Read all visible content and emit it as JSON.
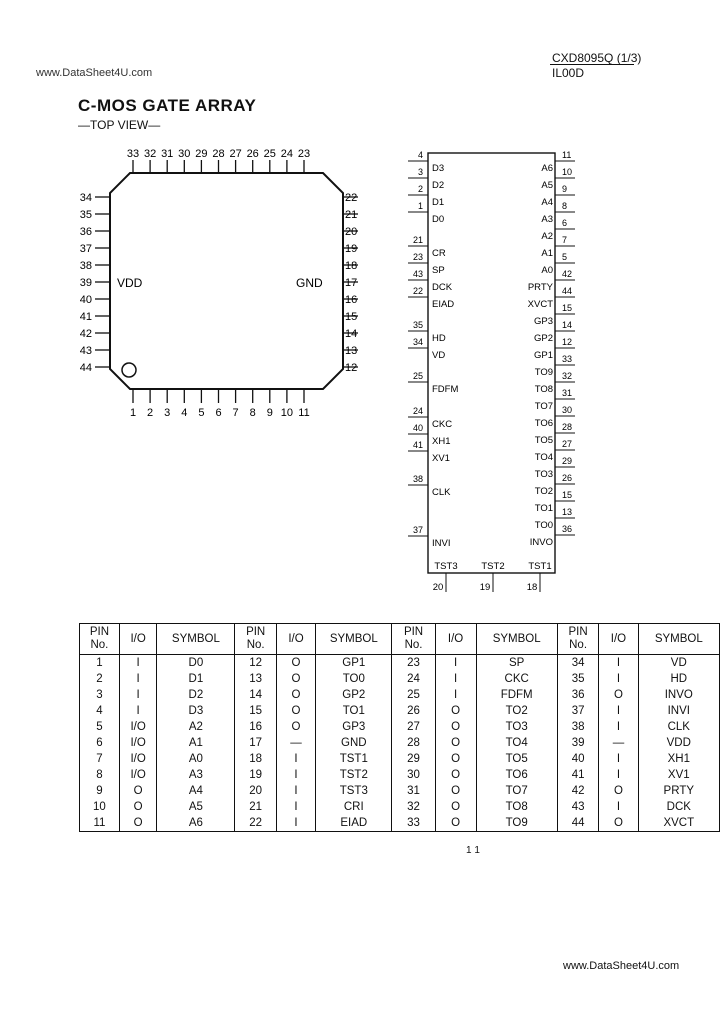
{
  "header": {
    "url": "www.DataSheet4U.com",
    "part": "CXD8095Q (1/3)",
    "code": "IL00D"
  },
  "title": "C-MOS GATE ARRAY",
  "subtitle": "—TOP VIEW—",
  "footer_url": "www.DataSheet4U.com",
  "page_mark": "1 1",
  "qfp": {
    "top_pins": [
      "33",
      "32",
      "31",
      "30",
      "29",
      "28",
      "27",
      "26",
      "25",
      "24",
      "23"
    ],
    "left_pins": [
      "34",
      "35",
      "36",
      "37",
      "38",
      "39",
      "40",
      "41",
      "42",
      "43",
      "44"
    ],
    "right_pins": [
      "22",
      "21",
      "20",
      "19",
      "18",
      "17",
      "16",
      "15",
      "14",
      "13",
      "12"
    ],
    "bottom_pins": [
      "1",
      "2",
      "3",
      "4",
      "5",
      "6",
      "7",
      "8",
      "9",
      "10",
      "11"
    ],
    "vdd_label": "VDD",
    "gnd_label": "GND"
  },
  "logic": {
    "left": [
      {
        "pin": "4",
        "name": "D3"
      },
      {
        "pin": "3",
        "name": "D2"
      },
      {
        "pin": "2",
        "name": "D1"
      },
      {
        "pin": "1",
        "name": "D0"
      },
      {
        "pin": "21",
        "name": "CR"
      },
      {
        "pin": "23",
        "name": "SP"
      },
      {
        "pin": "43",
        "name": "DCK"
      },
      {
        "pin": "22",
        "name": "EIAD"
      },
      {
        "pin": "35",
        "name": "HD"
      },
      {
        "pin": "34",
        "name": "VD"
      },
      {
        "pin": "25",
        "name": "FDFM"
      },
      {
        "pin": "24",
        "name": "CKC"
      },
      {
        "pin": "40",
        "name": "XH1"
      },
      {
        "pin": "41",
        "name": "XV1"
      },
      {
        "pin": "38",
        "name": "CLK"
      },
      {
        "pin": "37",
        "name": "INVI"
      }
    ],
    "right": [
      {
        "pin": "11",
        "name": "A6"
      },
      {
        "pin": "10",
        "name": "A5"
      },
      {
        "pin": "9",
        "name": "A4"
      },
      {
        "pin": "8",
        "name": "A3"
      },
      {
        "pin": "6",
        "name": "A2"
      },
      {
        "pin": "7",
        "name": "A1"
      },
      {
        "pin": "5",
        "name": "A0"
      },
      {
        "pin": "42",
        "name": "PRTY"
      },
      {
        "pin": "44",
        "name": "XVCT"
      },
      {
        "pin": "15",
        "name": "GP3"
      },
      {
        "pin": "14",
        "name": "GP2"
      },
      {
        "pin": "12",
        "name": "GP1"
      },
      {
        "pin": "33",
        "name": "TO9"
      },
      {
        "pin": "32",
        "name": "TO8"
      },
      {
        "pin": "31",
        "name": "TO7"
      },
      {
        "pin": "30",
        "name": "TO6"
      },
      {
        "pin": "28",
        "name": "TO5"
      },
      {
        "pin": "27",
        "name": "TO4"
      },
      {
        "pin": "29",
        "name": "TO3"
      },
      {
        "pin": "26",
        "name": "TO2"
      },
      {
        "pin": "15",
        "name": "TO1"
      },
      {
        "pin": "13",
        "name": "TO0"
      },
      {
        "pin": "36",
        "name": "INVO"
      }
    ],
    "bottom": [
      {
        "pin": "20",
        "name": "TST3"
      },
      {
        "pin": "19",
        "name": "TST2"
      },
      {
        "pin": "18",
        "name": "TST1"
      }
    ]
  },
  "table": {
    "headers": [
      {
        "pin": "PIN No.",
        "io": "I/O",
        "symbol": "SYMBOL"
      },
      {
        "pin": "PIN No.",
        "io": "I/O",
        "symbol": "SYMBOL"
      },
      {
        "pin": "PIN No.",
        "io": "I/O",
        "symbol": "SYMBOL"
      },
      {
        "pin": "PIN No.",
        "io": "I/O",
        "symbol": "SYMBOL"
      }
    ],
    "rows": [
      [
        [
          "1",
          "I",
          "D0"
        ],
        [
          "12",
          "O",
          "GP1"
        ],
        [
          "23",
          "I",
          "SP"
        ],
        [
          "34",
          "I",
          "VD"
        ]
      ],
      [
        [
          "2",
          "I",
          "D1"
        ],
        [
          "13",
          "O",
          "TO0"
        ],
        [
          "24",
          "I",
          "CKC"
        ],
        [
          "35",
          "I",
          "HD"
        ]
      ],
      [
        [
          "3",
          "I",
          "D2"
        ],
        [
          "14",
          "O",
          "GP2"
        ],
        [
          "25",
          "I",
          "FDFM"
        ],
        [
          "36",
          "O",
          "INVO"
        ]
      ],
      [
        [
          "4",
          "I",
          "D3"
        ],
        [
          "15",
          "O",
          "TO1"
        ],
        [
          "26",
          "O",
          "TO2"
        ],
        [
          "37",
          "I",
          "INVI"
        ]
      ],
      [
        [
          "5",
          "I/O",
          "A2"
        ],
        [
          "16",
          "O",
          "GP3"
        ],
        [
          "27",
          "O",
          "TO3"
        ],
        [
          "38",
          "I",
          "CLK"
        ]
      ],
      [
        [
          "6",
          "I/O",
          "A1"
        ],
        [
          "17",
          "—",
          "GND"
        ],
        [
          "28",
          "O",
          "TO4"
        ],
        [
          "39",
          "—",
          "VDD"
        ]
      ],
      [
        [
          "7",
          "I/O",
          "A0"
        ],
        [
          "18",
          "I",
          "TST1"
        ],
        [
          "29",
          "O",
          "TO5"
        ],
        [
          "40",
          "I",
          "XH1"
        ]
      ],
      [
        [
          "8",
          "I/O",
          "A3"
        ],
        [
          "19",
          "I",
          "TST2"
        ],
        [
          "30",
          "O",
          "TO6"
        ],
        [
          "41",
          "I",
          "XV1"
        ]
      ],
      [
        [
          "9",
          "O",
          "A4"
        ],
        [
          "20",
          "I",
          "TST3"
        ],
        [
          "31",
          "O",
          "TO7"
        ],
        [
          "42",
          "O",
          "PRTY"
        ]
      ],
      [
        [
          "10",
          "O",
          "A5"
        ],
        [
          "21",
          "I",
          "CRI"
        ],
        [
          "32",
          "O",
          "TO8"
        ],
        [
          "43",
          "I",
          "DCK"
        ]
      ],
      [
        [
          "11",
          "O",
          "A6"
        ],
        [
          "22",
          "I",
          "EIAD"
        ],
        [
          "33",
          "O",
          "TO9"
        ],
        [
          "44",
          "O",
          "XVCT"
        ]
      ]
    ]
  }
}
